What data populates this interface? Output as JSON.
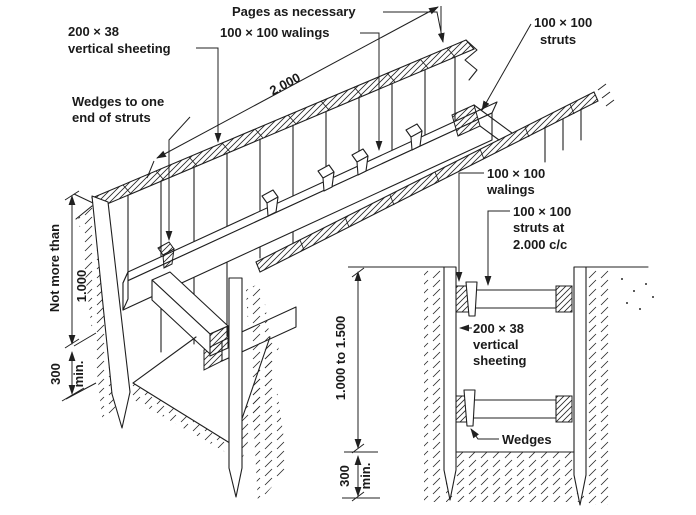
{
  "colors": {
    "ink": "#1f1f1f",
    "paper": "#ffffff"
  },
  "isometric_view": {
    "labels": {
      "sheeting": {
        "line1": "200 × 38",
        "line2": "vertical sheeting"
      },
      "pages": "Pages as necessary",
      "walings": "100 × 100 walings",
      "struts": {
        "line1": "100 × 100",
        "line2": "struts"
      },
      "wedges": {
        "line1": "Wedges to one",
        "line2": "end of struts"
      }
    },
    "dimensions": {
      "strut_spacing": "2.000",
      "depth_line1": "Not more than",
      "depth_line2": "1.000",
      "toe_value": "300",
      "toe_unit": "min."
    }
  },
  "section_view": {
    "labels": {
      "walings": {
        "line1": "100 × 100",
        "line2": "walings"
      },
      "struts": {
        "line1": "100 × 100",
        "line2": "struts at",
        "line3": "2.000 c/c"
      },
      "sheeting": {
        "line1": "200 × 38",
        "line2": "vertical",
        "line3": "sheeting"
      },
      "wedges": "Wedges"
    },
    "dimensions": {
      "depth": "1.000 to 1.500",
      "toe_value": "300",
      "toe_unit": "min."
    }
  }
}
